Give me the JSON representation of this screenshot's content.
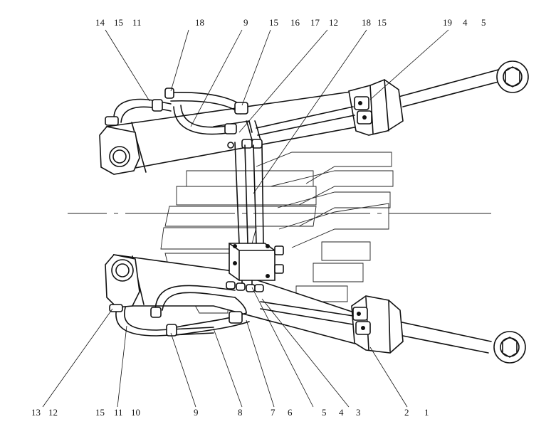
{
  "labels_top": [
    "14",
    "15",
    "11",
    "18",
    "9",
    "15",
    "16",
    "17",
    "12",
    "18",
    "15",
    "19",
    "4",
    "5"
  ],
  "labels_bottom": [
    "13",
    "12",
    "15",
    "11",
    "10",
    "9",
    "8",
    "7",
    "6",
    "5",
    "4",
    "3",
    "2",
    "1"
  ]
}
